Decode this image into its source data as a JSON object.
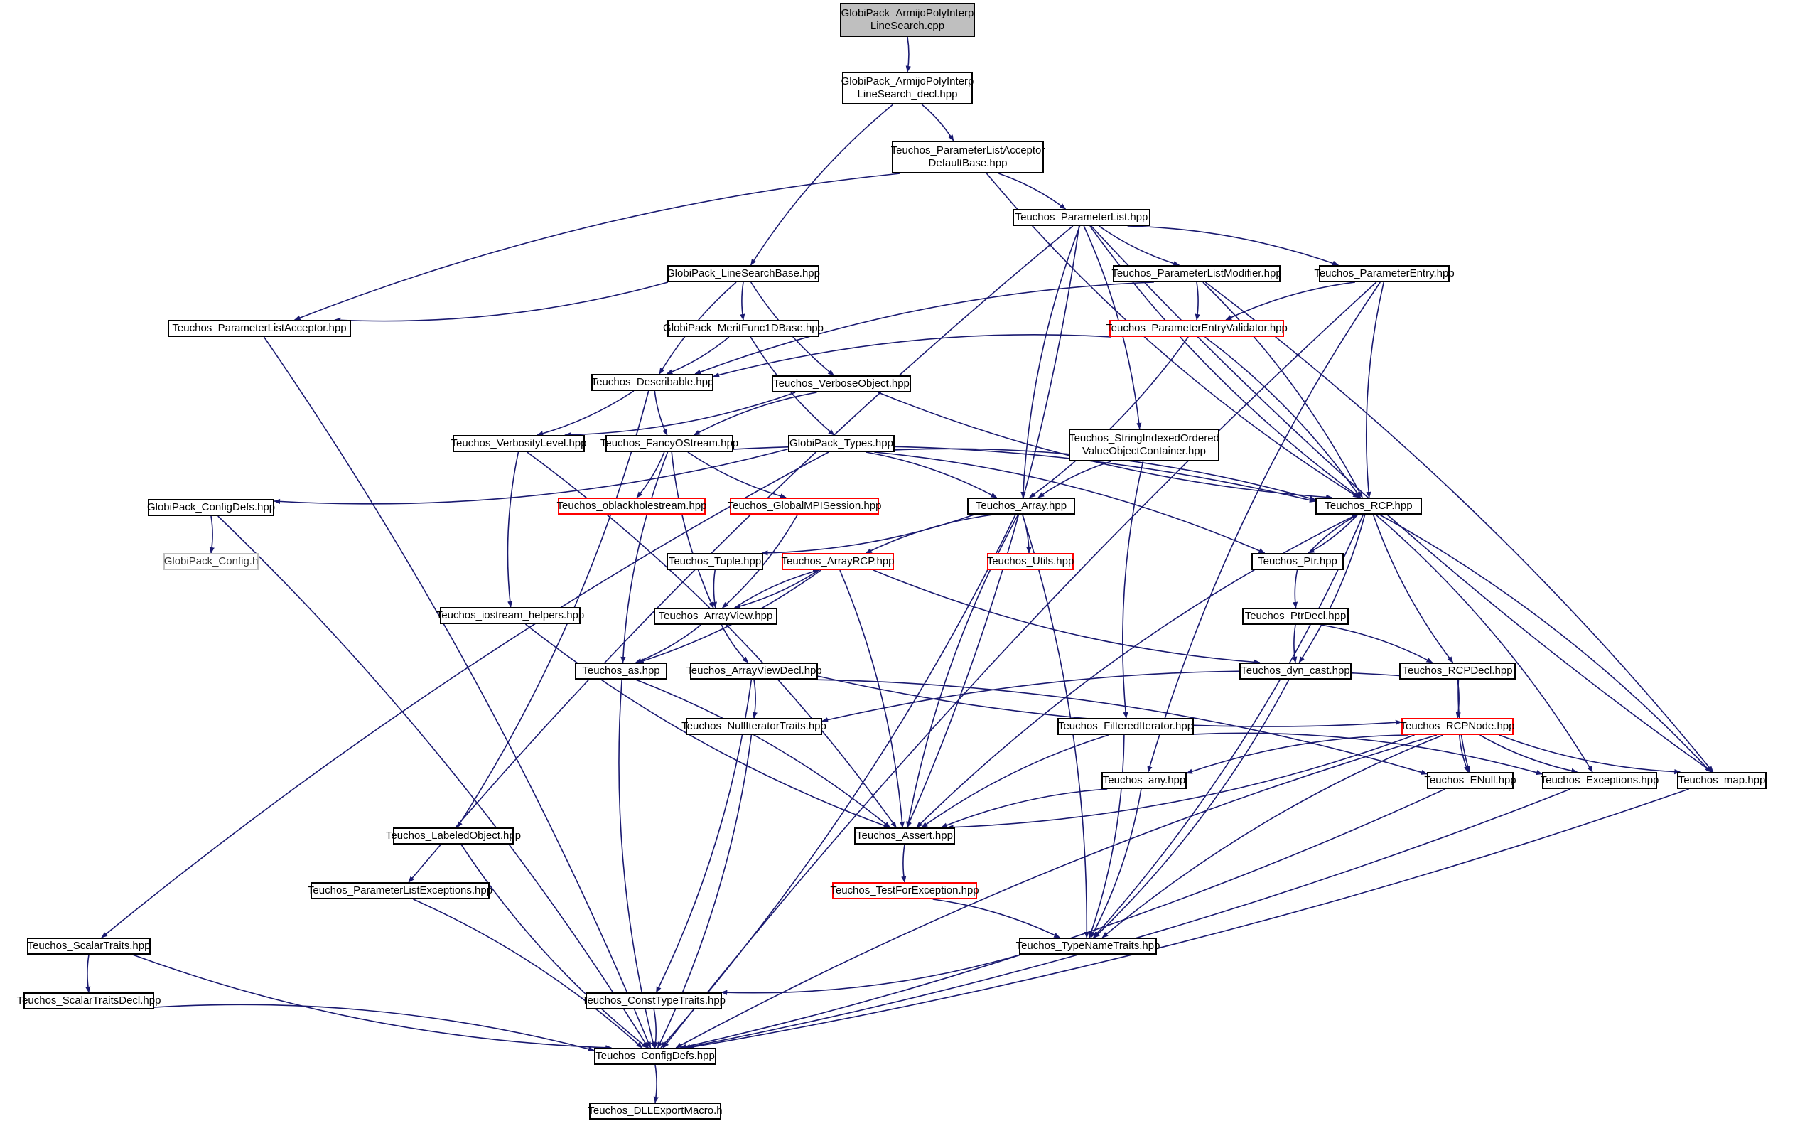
{
  "diagram": {
    "nodes": [
      {
        "id": "root",
        "label": "GlobiPack_ArmijoPolyInterp\nLineSearch.cpp",
        "style": "root"
      },
      {
        "id": "decl",
        "label": "GlobiPack_ArmijoPolyInterp\nLineSearch_decl.hpp",
        "style": "normal"
      },
      {
        "id": "plad",
        "label": "Teuchos_ParameterListAcceptor\nDefaultBase.hpp",
        "style": "normal"
      },
      {
        "id": "pl",
        "label": "Teuchos_ParameterList.hpp",
        "style": "normal"
      },
      {
        "id": "lsb",
        "label": "GlobiPack_LineSearchBase.hpp",
        "style": "normal"
      },
      {
        "id": "plm",
        "label": "Teuchos_ParameterListModifier.hpp",
        "style": "normal"
      },
      {
        "id": "pe",
        "label": "Teuchos_ParameterEntry.hpp",
        "style": "normal"
      },
      {
        "id": "pla",
        "label": "Teuchos_ParameterListAcceptor.hpp",
        "style": "normal"
      },
      {
        "id": "mf",
        "label": "GlobiPack_MeritFunc1DBase.hpp",
        "style": "normal"
      },
      {
        "id": "pev",
        "label": "Teuchos_ParameterEntryValidator.hpp",
        "style": "red"
      },
      {
        "id": "desc",
        "label": "Teuchos_Describable.hpp",
        "style": "normal"
      },
      {
        "id": "vo",
        "label": "Teuchos_VerboseObject.hpp",
        "style": "normal"
      },
      {
        "id": "vl",
        "label": "Teuchos_VerbosityLevel.hpp",
        "style": "normal"
      },
      {
        "id": "fos",
        "label": "Teuchos_FancyOStream.hpp",
        "style": "normal"
      },
      {
        "id": "gpt",
        "label": "GlobiPack_Types.hpp",
        "style": "normal"
      },
      {
        "id": "sivo",
        "label": "Teuchos_StringIndexedOrdered\nValueObjectContainer.hpp",
        "style": "normal"
      },
      {
        "id": "gcd",
        "label": "GlobiPack_ConfigDefs.hpp",
        "style": "normal"
      },
      {
        "id": "gch",
        "label": "GlobiPack_Config.h",
        "style": "gray"
      },
      {
        "id": "obh",
        "label": "Teuchos_oblackholestream.hpp",
        "style": "red"
      },
      {
        "id": "gmpi",
        "label": "Teuchos_GlobalMPISession.hpp",
        "style": "red"
      },
      {
        "id": "arr",
        "label": "Teuchos_Array.hpp",
        "style": "normal"
      },
      {
        "id": "rcp",
        "label": "Teuchos_RCP.hpp",
        "style": "normal"
      },
      {
        "id": "tup",
        "label": "Teuchos_Tuple.hpp",
        "style": "normal"
      },
      {
        "id": "arcp",
        "label": "Teuchos_ArrayRCP.hpp",
        "style": "red"
      },
      {
        "id": "utl",
        "label": "Teuchos_Utils.hpp",
        "style": "red"
      },
      {
        "id": "ptr",
        "label": "Teuchos_Ptr.hpp",
        "style": "normal"
      },
      {
        "id": "ioh",
        "label": "Teuchos_iostream_helpers.hpp",
        "style": "normal"
      },
      {
        "id": "av",
        "label": "Teuchos_ArrayView.hpp",
        "style": "normal"
      },
      {
        "id": "ptrd",
        "label": "Teuchos_PtrDecl.hpp",
        "style": "normal"
      },
      {
        "id": "as",
        "label": "Teuchos_as.hpp",
        "style": "normal"
      },
      {
        "id": "avd",
        "label": "Teuchos_ArrayViewDecl.hpp",
        "style": "normal"
      },
      {
        "id": "dyn",
        "label": "Teuchos_dyn_cast.hpp",
        "style": "normal"
      },
      {
        "id": "rcpd",
        "label": "Teuchos_RCPDecl.hpp",
        "style": "normal"
      },
      {
        "id": "nit",
        "label": "Teuchos_NullIteratorTraits.hpp",
        "style": "normal"
      },
      {
        "id": "fit",
        "label": "Teuchos_FilteredIterator.hpp",
        "style": "normal"
      },
      {
        "id": "rcpn",
        "label": "Teuchos_RCPNode.hpp",
        "style": "red"
      },
      {
        "id": "any",
        "label": "Teuchos_any.hpp",
        "style": "normal"
      },
      {
        "id": "enull",
        "label": "Teuchos_ENull.hpp",
        "style": "normal"
      },
      {
        "id": "exc",
        "label": "Teuchos_Exceptions.hpp",
        "style": "normal"
      },
      {
        "id": "map",
        "label": "Teuchos_map.hpp",
        "style": "normal"
      },
      {
        "id": "lo",
        "label": "Teuchos_LabeledObject.hpp",
        "style": "normal"
      },
      {
        "id": "asrt",
        "label": "Teuchos_Assert.hpp",
        "style": "normal"
      },
      {
        "id": "ple",
        "label": "Teuchos_ParameterListExceptions.hpp",
        "style": "normal"
      },
      {
        "id": "tfe",
        "label": "Teuchos_TestForException.hpp",
        "style": "red"
      },
      {
        "id": "st",
        "label": "Teuchos_ScalarTraits.hpp",
        "style": "normal"
      },
      {
        "id": "tnt",
        "label": "Teuchos_TypeNameTraits.hpp",
        "style": "normal"
      },
      {
        "id": "std",
        "label": "Teuchos_ScalarTraitsDecl.hpp",
        "style": "normal"
      },
      {
        "id": "ctt",
        "label": "Teuchos_ConstTypeTraits.hpp",
        "style": "normal"
      },
      {
        "id": "tcd",
        "label": "Teuchos_ConfigDefs.hpp",
        "style": "normal"
      },
      {
        "id": "dll",
        "label": "Teuchos_DLLExportMacro.h",
        "style": "normal"
      }
    ],
    "edges": [
      [
        "root",
        "decl"
      ],
      [
        "decl",
        "plad"
      ],
      [
        "decl",
        "lsb"
      ],
      [
        "plad",
        "pl"
      ],
      [
        "plad",
        "pla"
      ],
      [
        "plad",
        "rcp"
      ],
      [
        "pl",
        "ple"
      ],
      [
        "pl",
        "asrt"
      ],
      [
        "pl",
        "arr"
      ],
      [
        "pl",
        "sivo"
      ],
      [
        "pl",
        "plm"
      ],
      [
        "pl",
        "pe"
      ],
      [
        "pl",
        "rcp"
      ],
      [
        "pl",
        "map"
      ],
      [
        "lsb",
        "pla"
      ],
      [
        "lsb",
        "desc"
      ],
      [
        "lsb",
        "mf"
      ],
      [
        "lsb",
        "vo"
      ],
      [
        "plm",
        "desc"
      ],
      [
        "plm",
        "pev"
      ],
      [
        "plm",
        "rcp"
      ],
      [
        "plm",
        "map"
      ],
      [
        "pe",
        "pev"
      ],
      [
        "pe",
        "any"
      ],
      [
        "pe",
        "rcp"
      ],
      [
        "pe",
        "tcd"
      ],
      [
        "pla",
        "tcd"
      ],
      [
        "mf",
        "desc"
      ],
      [
        "mf",
        "gpt"
      ],
      [
        "pev",
        "desc"
      ],
      [
        "pev",
        "arr"
      ],
      [
        "pev",
        "rcp"
      ],
      [
        "desc",
        "vl"
      ],
      [
        "desc",
        "fos"
      ],
      [
        "desc",
        "lo"
      ],
      [
        "vo",
        "vl"
      ],
      [
        "vo",
        "fos"
      ],
      [
        "vo",
        "rcp"
      ],
      [
        "vl",
        "ioh"
      ],
      [
        "vl",
        "asrt"
      ],
      [
        "fos",
        "as"
      ],
      [
        "fos",
        "obh"
      ],
      [
        "fos",
        "gmpi"
      ],
      [
        "fos",
        "av"
      ],
      [
        "fos",
        "rcp"
      ],
      [
        "gpt",
        "gcd"
      ],
      [
        "gpt",
        "st"
      ],
      [
        "gpt",
        "arr"
      ],
      [
        "gpt",
        "ptr"
      ],
      [
        "gpt",
        "rcp"
      ],
      [
        "sivo",
        "arr"
      ],
      [
        "sivo",
        "fit"
      ],
      [
        "gcd",
        "gch"
      ],
      [
        "gcd",
        "tcd"
      ],
      [
        "gmpi",
        "av"
      ],
      [
        "arr",
        "tup"
      ],
      [
        "arr",
        "arcp"
      ],
      [
        "arr",
        "utl"
      ],
      [
        "arr",
        "asrt"
      ],
      [
        "arr",
        "tnt"
      ],
      [
        "arr",
        "tcd"
      ],
      [
        "rcp",
        "ptr"
      ],
      [
        "rcp",
        "dyn"
      ],
      [
        "rcp",
        "rcpd"
      ],
      [
        "rcp",
        "asrt"
      ],
      [
        "rcp",
        "tnt"
      ],
      [
        "rcp",
        "exc"
      ],
      [
        "rcp",
        "map"
      ],
      [
        "tup",
        "av"
      ],
      [
        "arcp",
        "av"
      ],
      [
        "arcp",
        "as"
      ],
      [
        "arcp",
        "dyn"
      ],
      [
        "arcp",
        "asrt"
      ],
      [
        "ptr",
        "rcp"
      ],
      [
        "ptr",
        "ptrd"
      ],
      [
        "ioh",
        "asrt"
      ],
      [
        "av",
        "arcp"
      ],
      [
        "av",
        "as"
      ],
      [
        "av",
        "avd"
      ],
      [
        "ptrd",
        "dyn"
      ],
      [
        "ptrd",
        "rcpd"
      ],
      [
        "as",
        "asrt"
      ],
      [
        "as",
        "tcd"
      ],
      [
        "avd",
        "nit"
      ],
      [
        "avd",
        "ctt"
      ],
      [
        "avd",
        "enull"
      ],
      [
        "avd",
        "rcpn"
      ],
      [
        "dyn",
        "tnt"
      ],
      [
        "rcpd",
        "nit"
      ],
      [
        "rcpd",
        "rcpn"
      ],
      [
        "rcpd",
        "enull"
      ],
      [
        "nit",
        "tcd"
      ],
      [
        "fit",
        "asrt"
      ],
      [
        "fit",
        "tnt"
      ],
      [
        "fit",
        "exc"
      ],
      [
        "rcpn",
        "any"
      ],
      [
        "rcpn",
        "asrt"
      ],
      [
        "rcpn",
        "enull"
      ],
      [
        "rcpn",
        "exc"
      ],
      [
        "rcpn",
        "map"
      ],
      [
        "rcpn",
        "tnt"
      ],
      [
        "rcpn",
        "tcd"
      ],
      [
        "any",
        "asrt"
      ],
      [
        "any",
        "tnt"
      ],
      [
        "enull",
        "tcd"
      ],
      [
        "exc",
        "tcd"
      ],
      [
        "map",
        "tcd"
      ],
      [
        "lo",
        "tcd"
      ],
      [
        "asrt",
        "tfe"
      ],
      [
        "ple",
        "tcd"
      ],
      [
        "tfe",
        "tnt"
      ],
      [
        "st",
        "std"
      ],
      [
        "st",
        "tcd"
      ],
      [
        "tnt",
        "ctt"
      ],
      [
        "std",
        "tcd"
      ],
      [
        "ctt",
        "tcd"
      ],
      [
        "tcd",
        "dll"
      ]
    ]
  }
}
